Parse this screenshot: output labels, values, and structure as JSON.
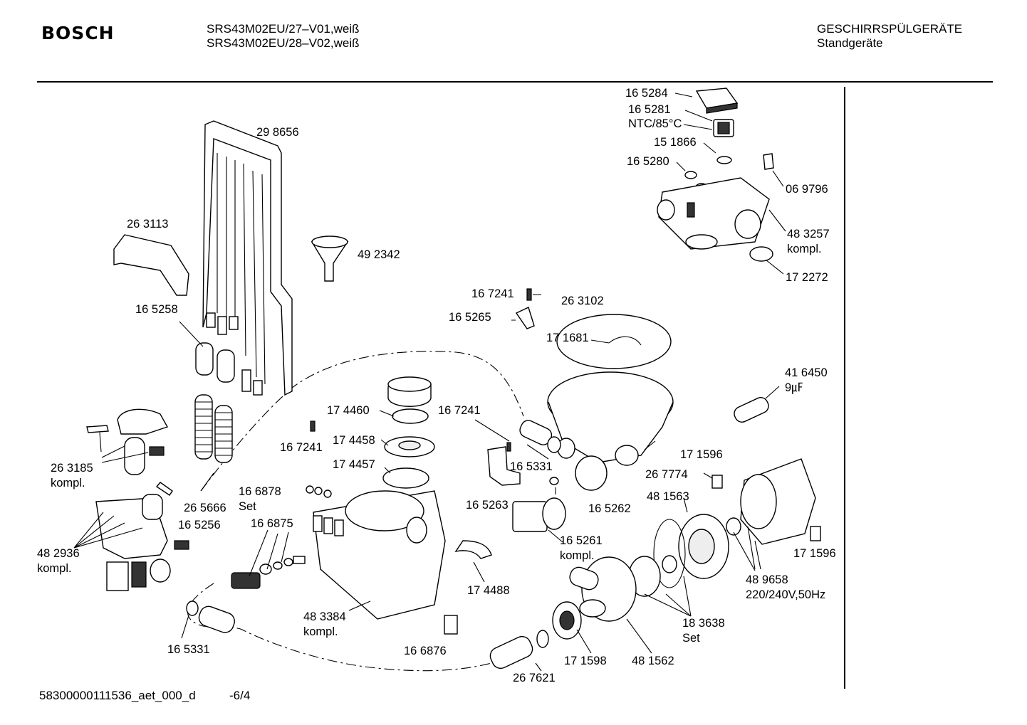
{
  "header": {
    "brand": "BOSCH",
    "model_line_1": "SRS43M02EU/27–V01,weiß",
    "model_line_2": "SRS43M02EU/28–V02,weiß",
    "category": "GESCHIRRSPÜLGERÄTE",
    "subcategory": "Standgeräte"
  },
  "footer": {
    "drawing_id": "58300000111536_aet_000_d",
    "page": "-6/4"
  },
  "parts": [
    {
      "id": "p1",
      "num": "16 5284"
    },
    {
      "id": "p2",
      "num": "16 5281",
      "note": "NTC/85°C"
    },
    {
      "id": "p3",
      "num": "15 1866"
    },
    {
      "id": "p4",
      "num": "16 5280"
    },
    {
      "id": "p5",
      "num": "06 9796"
    },
    {
      "id": "p6",
      "num": "48 3257",
      "note": "kompl."
    },
    {
      "id": "p7",
      "num": "17 2272"
    },
    {
      "id": "p8",
      "num": "29 8656"
    },
    {
      "id": "p9",
      "num": "26 3113"
    },
    {
      "id": "p10",
      "num": "49 2342"
    },
    {
      "id": "p11",
      "num": "16 5258"
    },
    {
      "id": "p12",
      "num": "16 7241"
    },
    {
      "id": "p13",
      "num": "26 3102"
    },
    {
      "id": "p14",
      "num": "16 5265"
    },
    {
      "id": "p15",
      "num": "17 1681"
    },
    {
      "id": "p16",
      "num": "41 6450",
      "note": "9㎌"
    },
    {
      "id": "p17",
      "num": "17 4460"
    },
    {
      "id": "p18",
      "num": "16 7241"
    },
    {
      "id": "p19",
      "num": "17 4458"
    },
    {
      "id": "p20",
      "num": "16 7241"
    },
    {
      "id": "p21",
      "num": "17 4457"
    },
    {
      "id": "p22",
      "num": "16 5331"
    },
    {
      "id": "p23",
      "num": "17 1596"
    },
    {
      "id": "p24",
      "num": "26 3185",
      "note": "kompl."
    },
    {
      "id": "p25",
      "num": "26 7774"
    },
    {
      "id": "p26",
      "num": "16 6878",
      "note": "Set"
    },
    {
      "id": "p27",
      "num": "16 5263"
    },
    {
      "id": "p28",
      "num": "16 5262"
    },
    {
      "id": "p29",
      "num": "48 1563"
    },
    {
      "id": "p30",
      "num": "26 5666"
    },
    {
      "id": "p31",
      "num": "16 5256"
    },
    {
      "id": "p32",
      "num": "16 6875"
    },
    {
      "id": "p33",
      "num": "16 5261",
      "note": "kompl."
    },
    {
      "id": "p34",
      "num": "17 1596"
    },
    {
      "id": "p35",
      "num": "48 2936",
      "note": "kompl."
    },
    {
      "id": "p36",
      "num": "48 9658",
      "note": "220/240V,50Hz"
    },
    {
      "id": "p37",
      "num": "17 4488"
    },
    {
      "id": "p38",
      "num": "48 3384",
      "note": "kompl."
    },
    {
      "id": "p39",
      "num": "18 3638",
      "note": "Set"
    },
    {
      "id": "p40",
      "num": "16 5331"
    },
    {
      "id": "p41",
      "num": "16 6876"
    },
    {
      "id": "p42",
      "num": "17 1598"
    },
    {
      "id": "p43",
      "num": "48 1562"
    },
    {
      "id": "p44",
      "num": "26 7621"
    }
  ]
}
